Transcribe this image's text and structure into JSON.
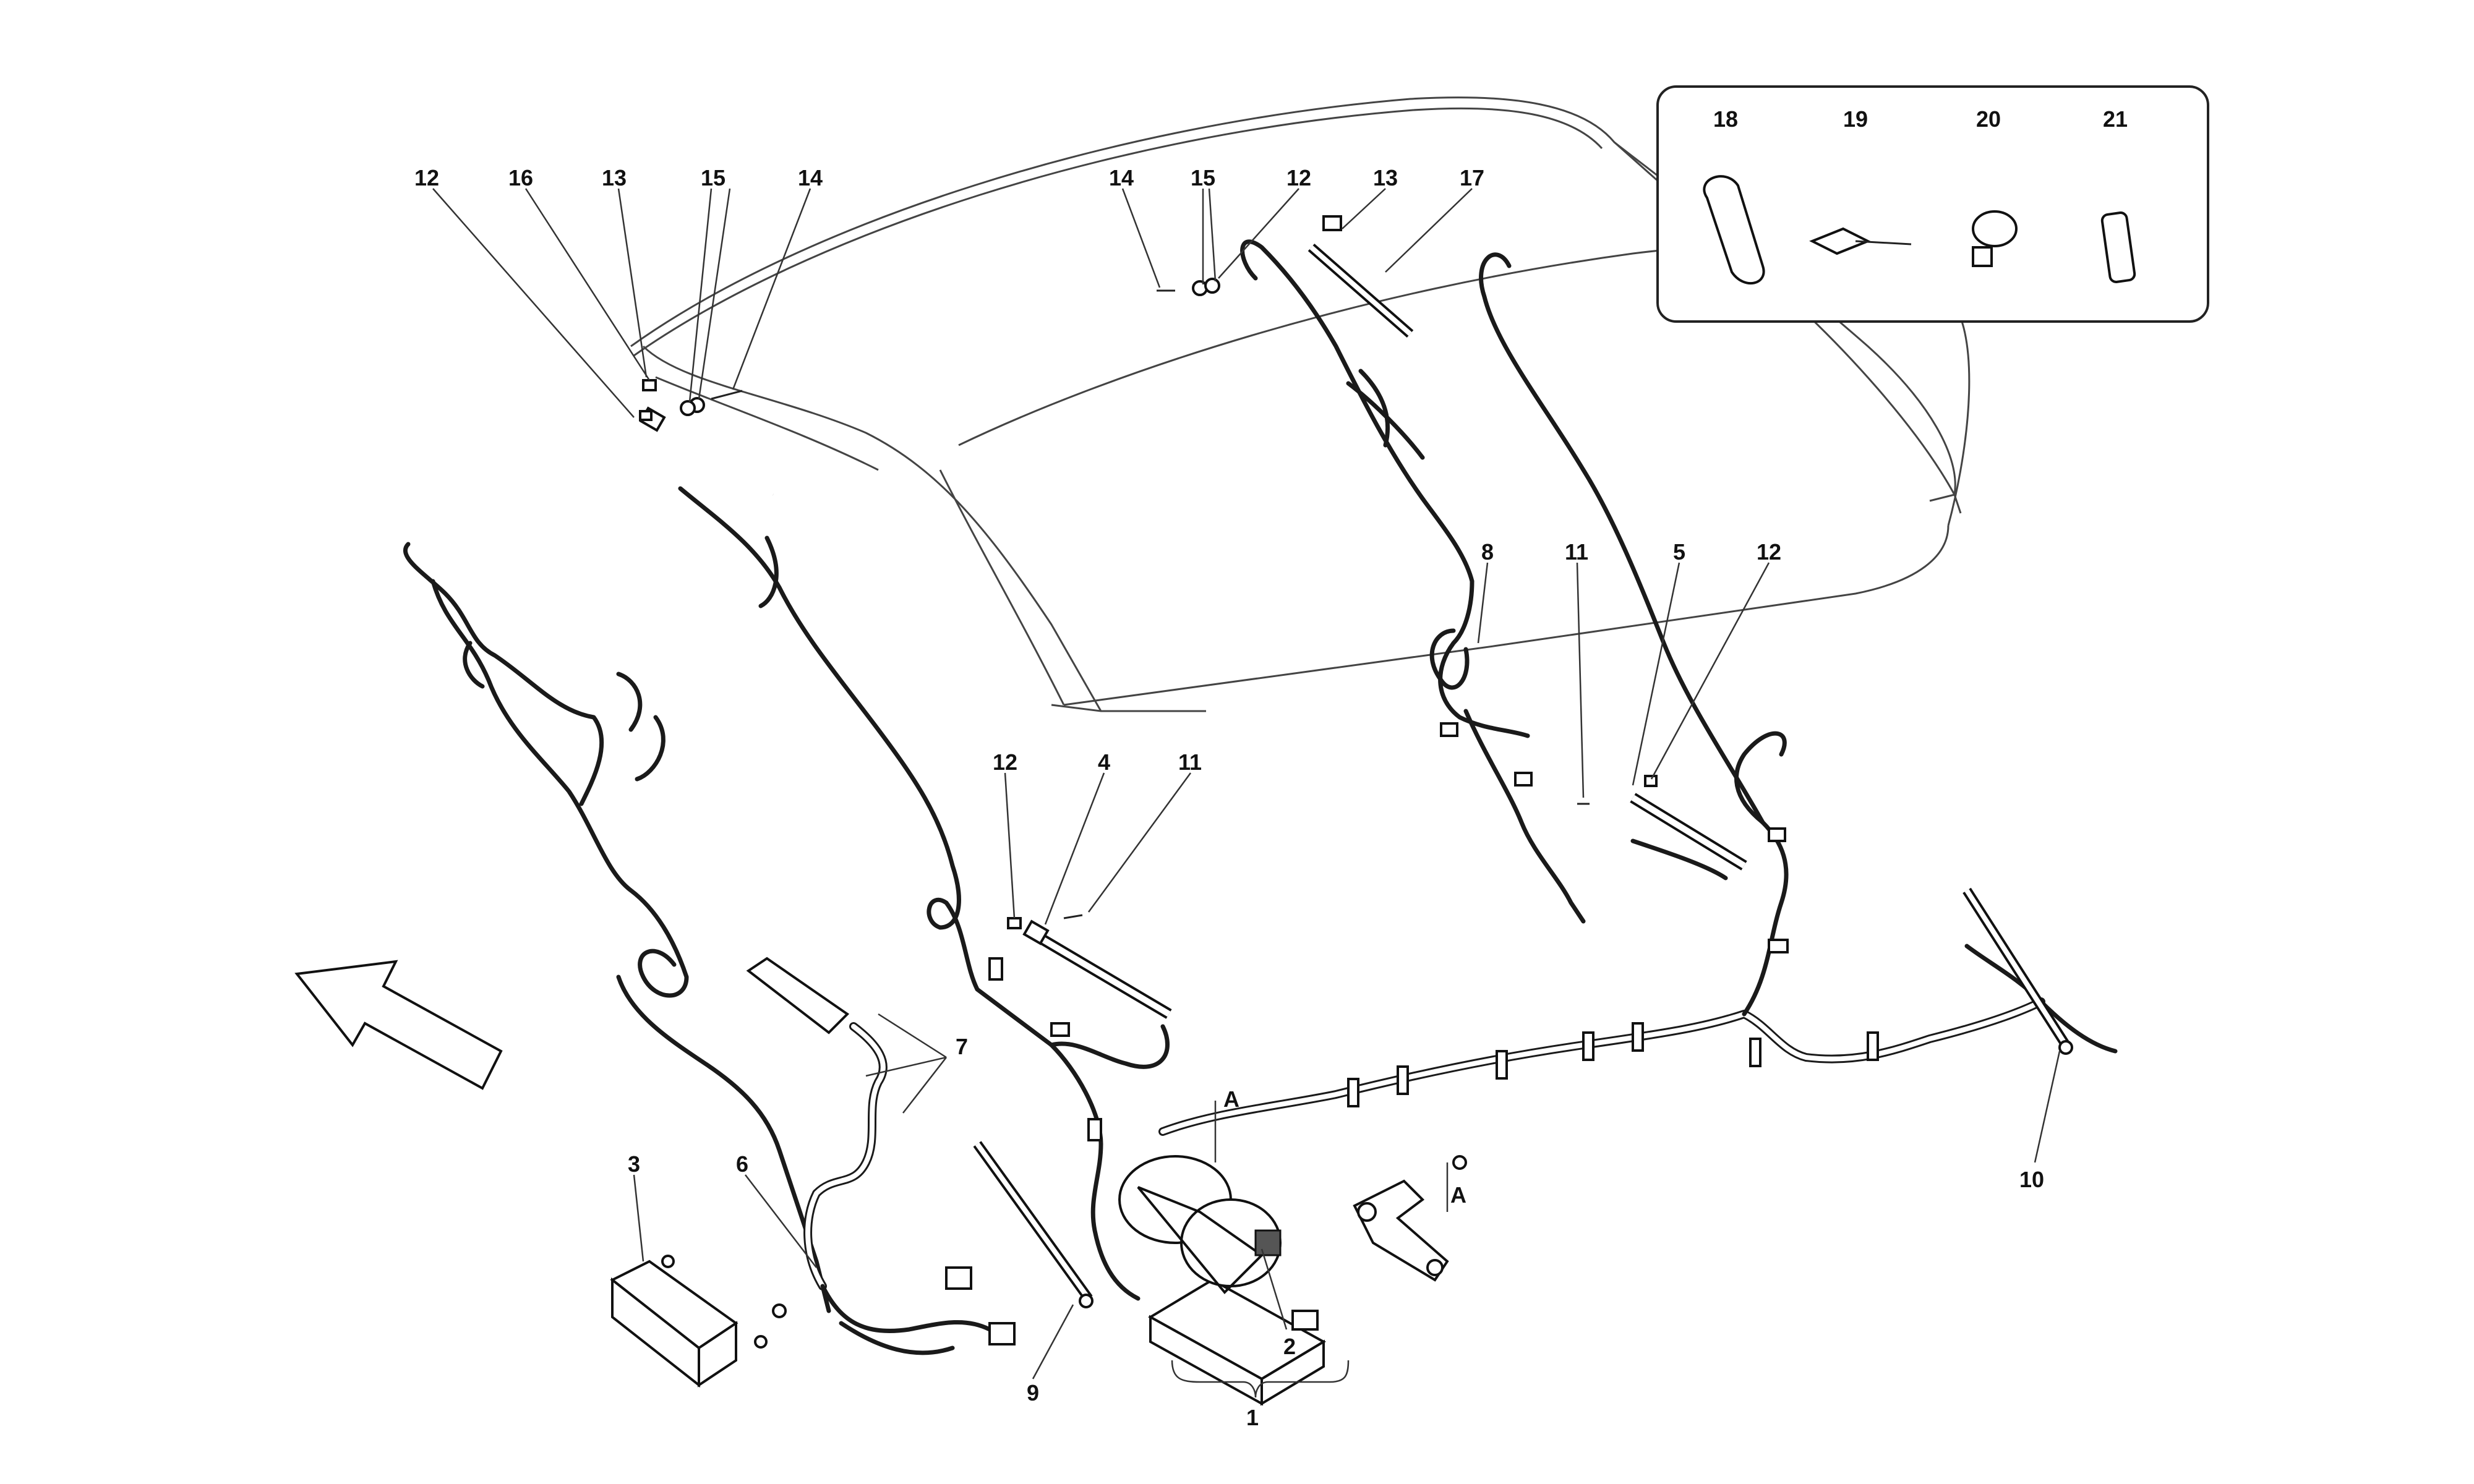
{
  "diagram": {
    "callouts": {
      "c1": "1",
      "c2": "2",
      "c3": "3",
      "c4": "4",
      "c5": "5",
      "c6": "6",
      "c7": "7",
      "c8": "8",
      "c9": "9",
      "c10": "10",
      "c11a": "11",
      "c11b": "11",
      "c12a": "12",
      "c12b": "12",
      "c12c": "12",
      "c12d": "12",
      "c13a": "13",
      "c13b": "13",
      "c14a": "14",
      "c14b": "14",
      "c15a": "15",
      "c15b": "15",
      "c16": "16",
      "c17": "17",
      "c18": "18",
      "c19": "19",
      "c20": "20",
      "c21": "21",
      "refA1": "A",
      "refA2": "A"
    }
  }
}
